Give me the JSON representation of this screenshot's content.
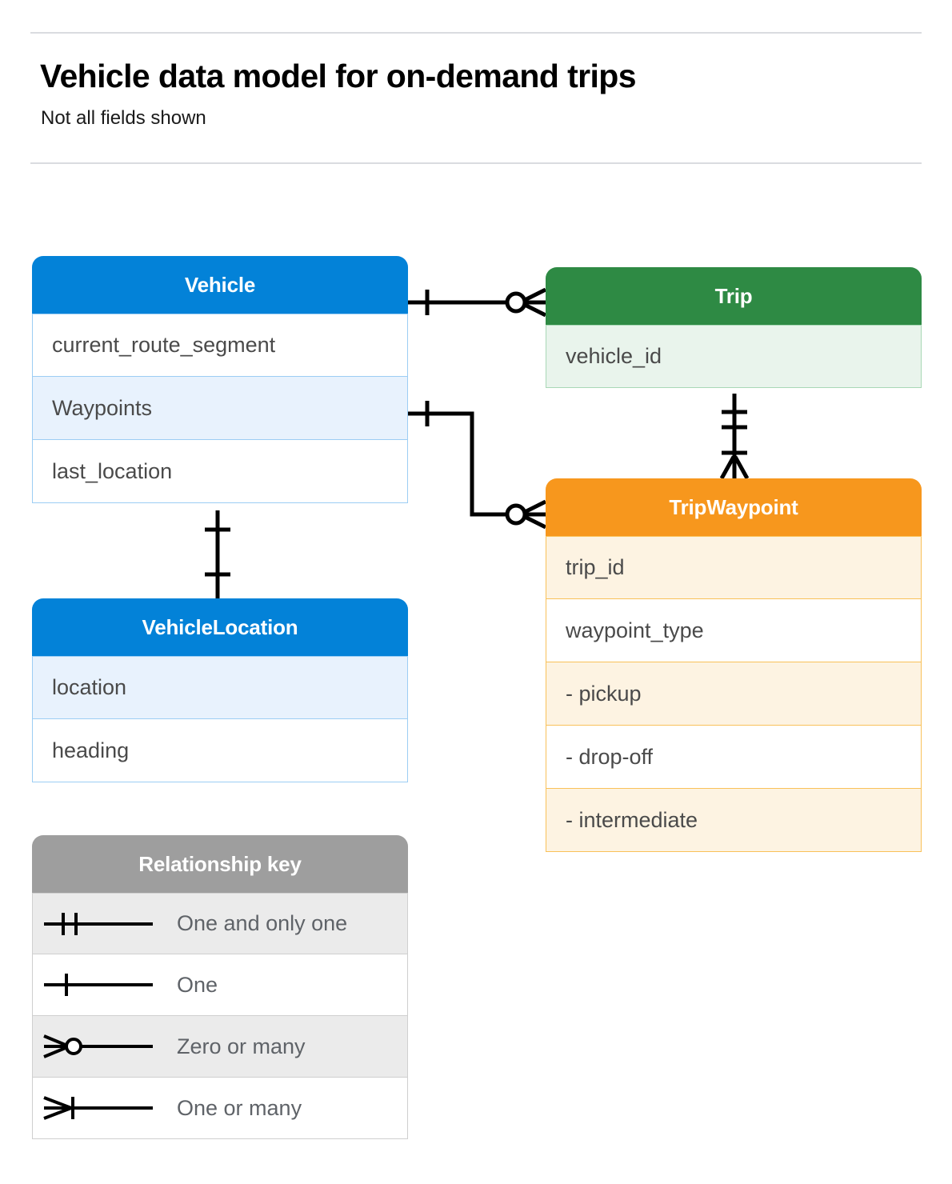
{
  "header": {
    "title": "Vehicle data model for on-demand trips",
    "subtitle": "Not all fields shown"
  },
  "colors": {
    "blue": "#0382d8",
    "blue_tint": "#e8f2fd",
    "blue_border": "#9ccdf4",
    "green": "#2e8a44",
    "green_tint": "#e9f4ec",
    "green_border": "#a9d8b6",
    "orange": "#f7971d",
    "orange_tint": "#fdf3e2",
    "orange_border": "#f9c159",
    "grey": "#9e9e9e",
    "grey_tint": "#ebebeb",
    "line": "#000000",
    "rule": "#dadce0"
  },
  "entities": {
    "vehicle": {
      "name": "Vehicle",
      "fields": [
        {
          "label": "current_route_segment",
          "tint": false
        },
        {
          "label": "Waypoints",
          "tint": true
        },
        {
          "label": "last_location",
          "tint": false
        }
      ]
    },
    "vehicle_location": {
      "name": "VehicleLocation",
      "fields": [
        {
          "label": "location",
          "tint": true
        },
        {
          "label": "heading",
          "tint": false
        }
      ]
    },
    "trip": {
      "name": "Trip",
      "fields": [
        {
          "label": "vehicle_id",
          "tint": true
        }
      ]
    },
    "trip_waypoint": {
      "name": "TripWaypoint",
      "fields": [
        {
          "label": "trip_id",
          "tint": true
        },
        {
          "label": "waypoint_type",
          "tint": false
        },
        {
          "label": "- pickup",
          "tint": true
        },
        {
          "label": "- drop-off",
          "tint": false
        },
        {
          "label": "- intermediate",
          "tint": true
        }
      ]
    }
  },
  "legend": {
    "title": "Relationship key",
    "rows": [
      {
        "label": "One and only one",
        "symbol": "one-and-only-one-symbol",
        "tint": true
      },
      {
        "label": "One",
        "symbol": "one-symbol",
        "tint": false
      },
      {
        "label": "Zero or many",
        "symbol": "zero-or-many-symbol",
        "tint": true
      },
      {
        "label": "One or many",
        "symbol": "one-or-many-symbol",
        "tint": false
      }
    ]
  },
  "relationships": [
    {
      "name": "vehicle-to-trip",
      "from": "Vehicle",
      "to": "Trip",
      "from_cardinality": "One",
      "to_cardinality": "Zero or many"
    },
    {
      "name": "vehicle-waypoints-to-tripwaypoint",
      "from": "Vehicle.Waypoints",
      "to": "TripWaypoint",
      "from_cardinality": "One",
      "to_cardinality": "Zero or many"
    },
    {
      "name": "trip-to-tripwaypoint",
      "from": "Trip",
      "to": "TripWaypoint",
      "from_cardinality": "One and only one",
      "to_cardinality": "One or many"
    },
    {
      "name": "vehicle-to-vehiclelocation",
      "from": "Vehicle",
      "to": "VehicleLocation",
      "from_cardinality": "One",
      "to_cardinality": "One"
    }
  ]
}
